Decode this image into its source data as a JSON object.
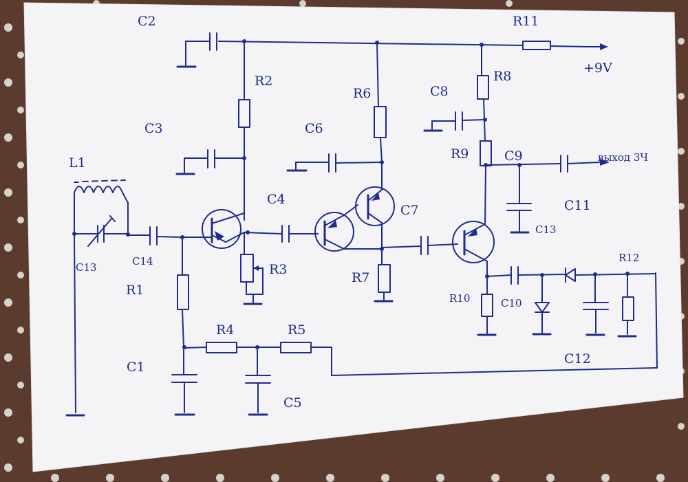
{
  "colors": {
    "ink": "#1f2b8e",
    "paper": "#f4f4f6",
    "tablecloth": "#5a3b2e"
  },
  "labels": {
    "L1": "L1",
    "C1": "C1",
    "C2": "C2",
    "C3": "C3",
    "C4": "C4",
    "C5": "C5",
    "C6": "C6",
    "C7": "C7",
    "C8": "C8",
    "C9": "C9",
    "C10": "C10",
    "C11": "C11",
    "C12": "C12",
    "C13a": "C13",
    "C13b": "C13",
    "C14": "C14",
    "R1": "R1",
    "R2": "R2",
    "R3": "R3",
    "R4": "R4",
    "R5": "R5",
    "R6": "R6",
    "R7": "R7",
    "R8": "R8",
    "R9": "R9",
    "R10": "R10",
    "R11": "R11",
    "R12": "R12",
    "supply": "+9V",
    "output": "выход 3Ч"
  }
}
